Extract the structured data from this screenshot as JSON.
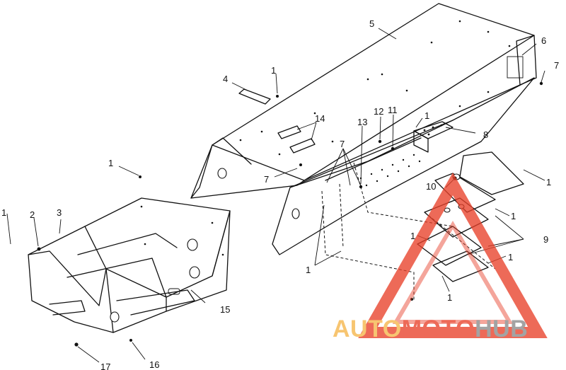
{
  "callouts": {
    "c1a": "1",
    "c1b": "1",
    "c1c": "1",
    "c1d": "1",
    "c1e": "1",
    "c1f": "1",
    "c1g": "1",
    "c1h": "1",
    "c1i": "1",
    "c2": "2",
    "c3": "3",
    "c4": "4",
    "c5": "5",
    "c6": "6",
    "c7a": "7",
    "c7b": "7",
    "c7c": "7",
    "c8": "8",
    "c9": "9",
    "c10": "10",
    "c11": "11",
    "c12": "12",
    "c13": "13",
    "c14": "14",
    "c15": "15",
    "c16": "16",
    "c17": "17"
  },
  "watermark": {
    "part1": "AUTO",
    "part2": "MOTO",
    "part3": "HUB",
    "colors": {
      "orange": "#f5b54a",
      "red": "#e8412a",
      "gray": "#8a8a8a"
    }
  }
}
